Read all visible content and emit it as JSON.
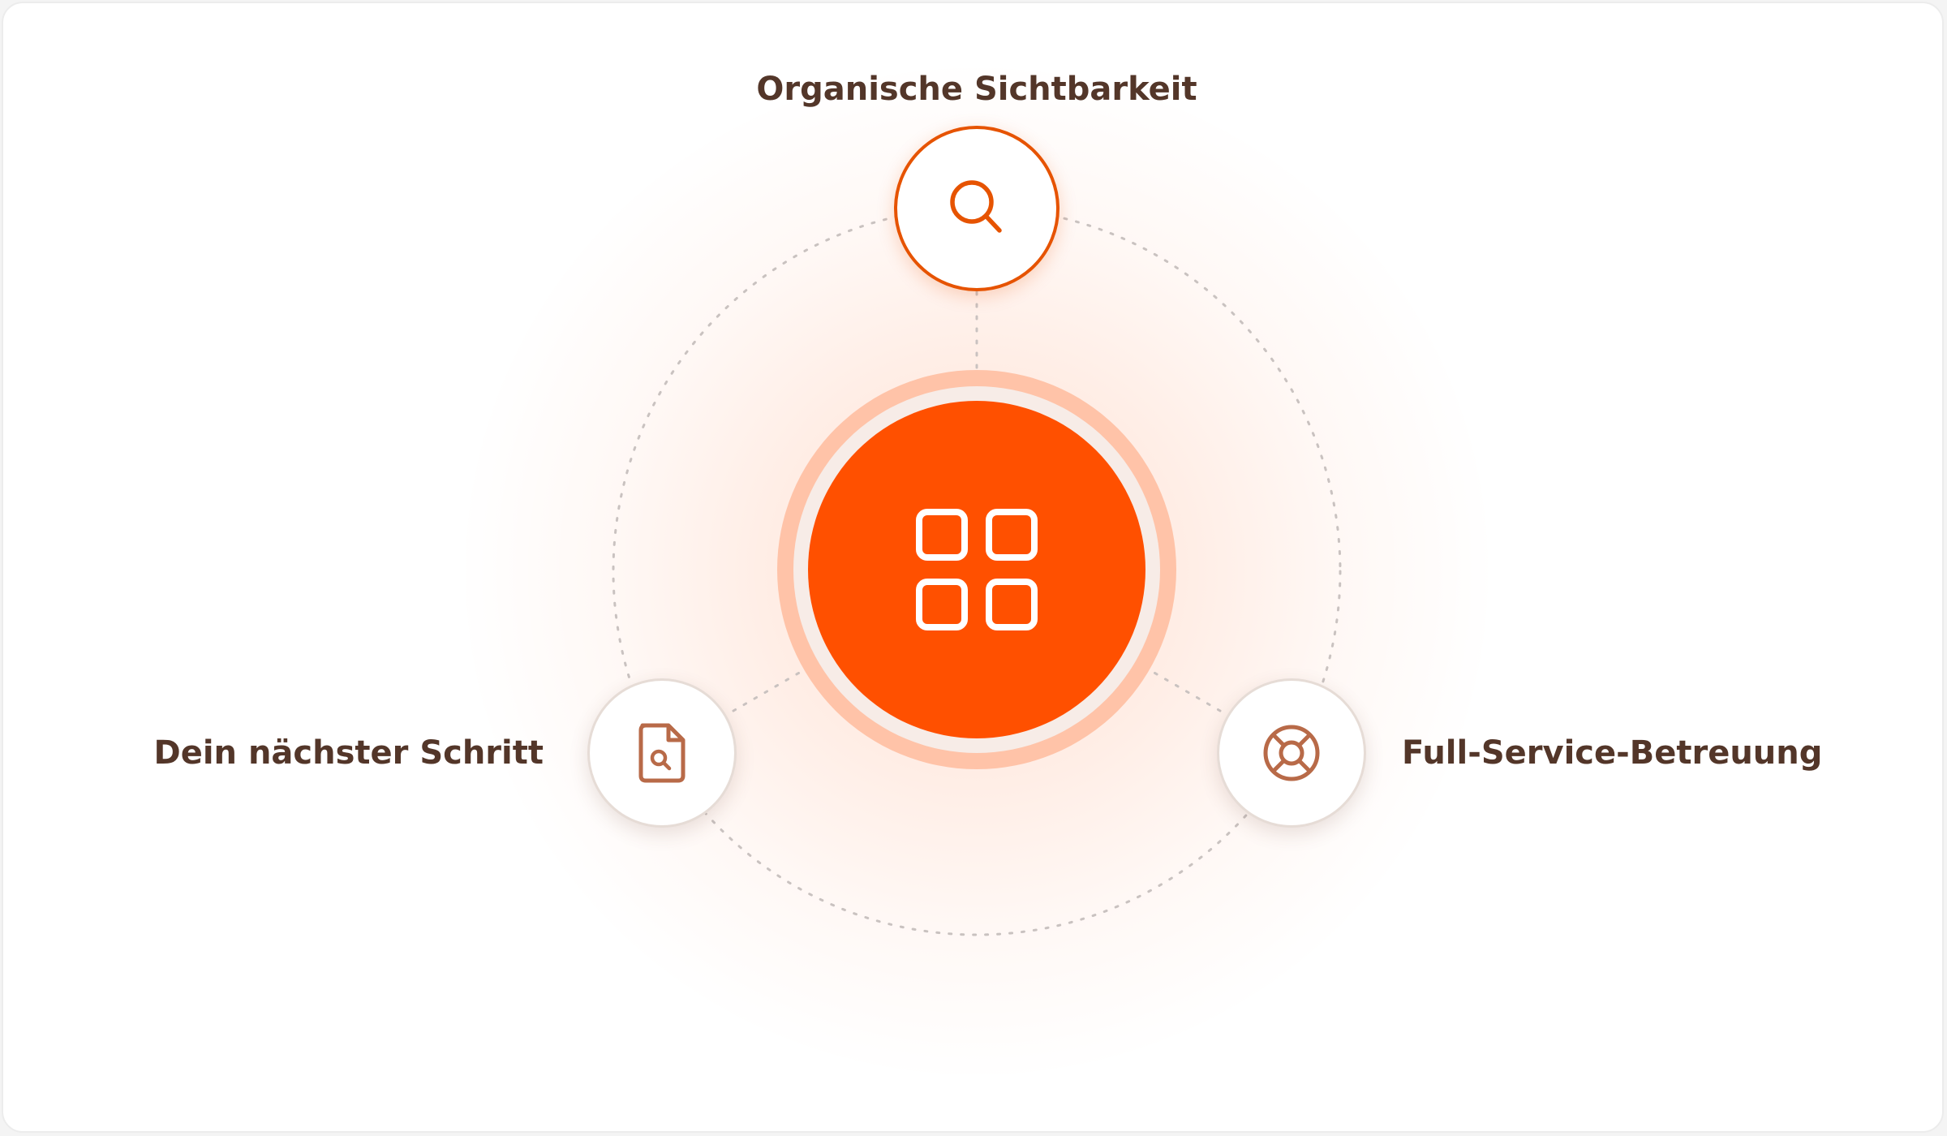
{
  "diagram": {
    "center": {
      "icon": "grid-apps-icon"
    },
    "nodes": [
      {
        "id": "top",
        "label": "Organische Sichtbarkeit",
        "icon": "search-icon"
      },
      {
        "id": "left",
        "label": "Dein nächster Schritt",
        "icon": "file-search-icon"
      },
      {
        "id": "right",
        "label": "Full-Service-Betreuung",
        "icon": "lifebuoy-icon"
      }
    ]
  },
  "colors": {
    "accent": "#ff5000",
    "accent_dark": "#e65300",
    "text": "#533629",
    "icon_secondary": "#b86a48",
    "dashed": "#c9c2c0"
  }
}
